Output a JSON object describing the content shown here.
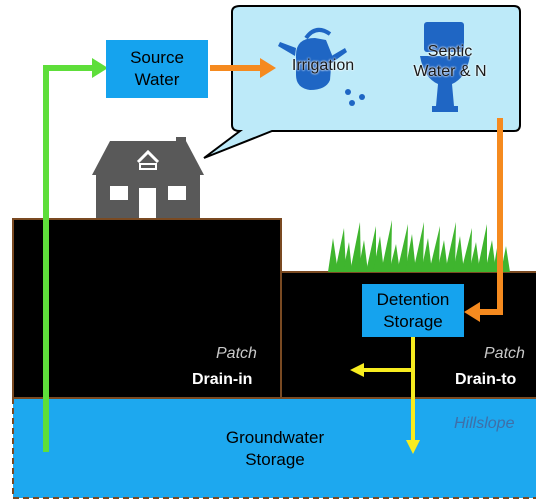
{
  "colors": {
    "soil": "#000000",
    "soil_outline": "#7a4a22",
    "groundwater": "#1da8ef",
    "box_fill": "#15a3ee",
    "callout_fill": "#bdeaf9",
    "green_arrow": "#5ede3a",
    "orange_arrow": "#f58a1f",
    "yellow_arrow": "#f7ec1f",
    "house": "#595959",
    "grass": "#3fb52e",
    "icon_blue": "#1f66c4"
  },
  "icons": [
    "house-icon",
    "watering-can-icon",
    "toilet-icon",
    "grass-icon"
  ],
  "nodes": {
    "source_water": [
      "Source",
      "Water"
    ],
    "irrigation": "Irrigation",
    "septic": [
      "Septic",
      "Water & N"
    ],
    "detention": [
      "Detention",
      "Storage"
    ],
    "groundwater": [
      "Groundwater",
      "Storage"
    ]
  },
  "patches": {
    "left": {
      "kind": "Patch",
      "name": "Drain-in"
    },
    "right": {
      "kind": "Patch",
      "name": "Drain-to"
    }
  },
  "hillslope": "Hillslope"
}
